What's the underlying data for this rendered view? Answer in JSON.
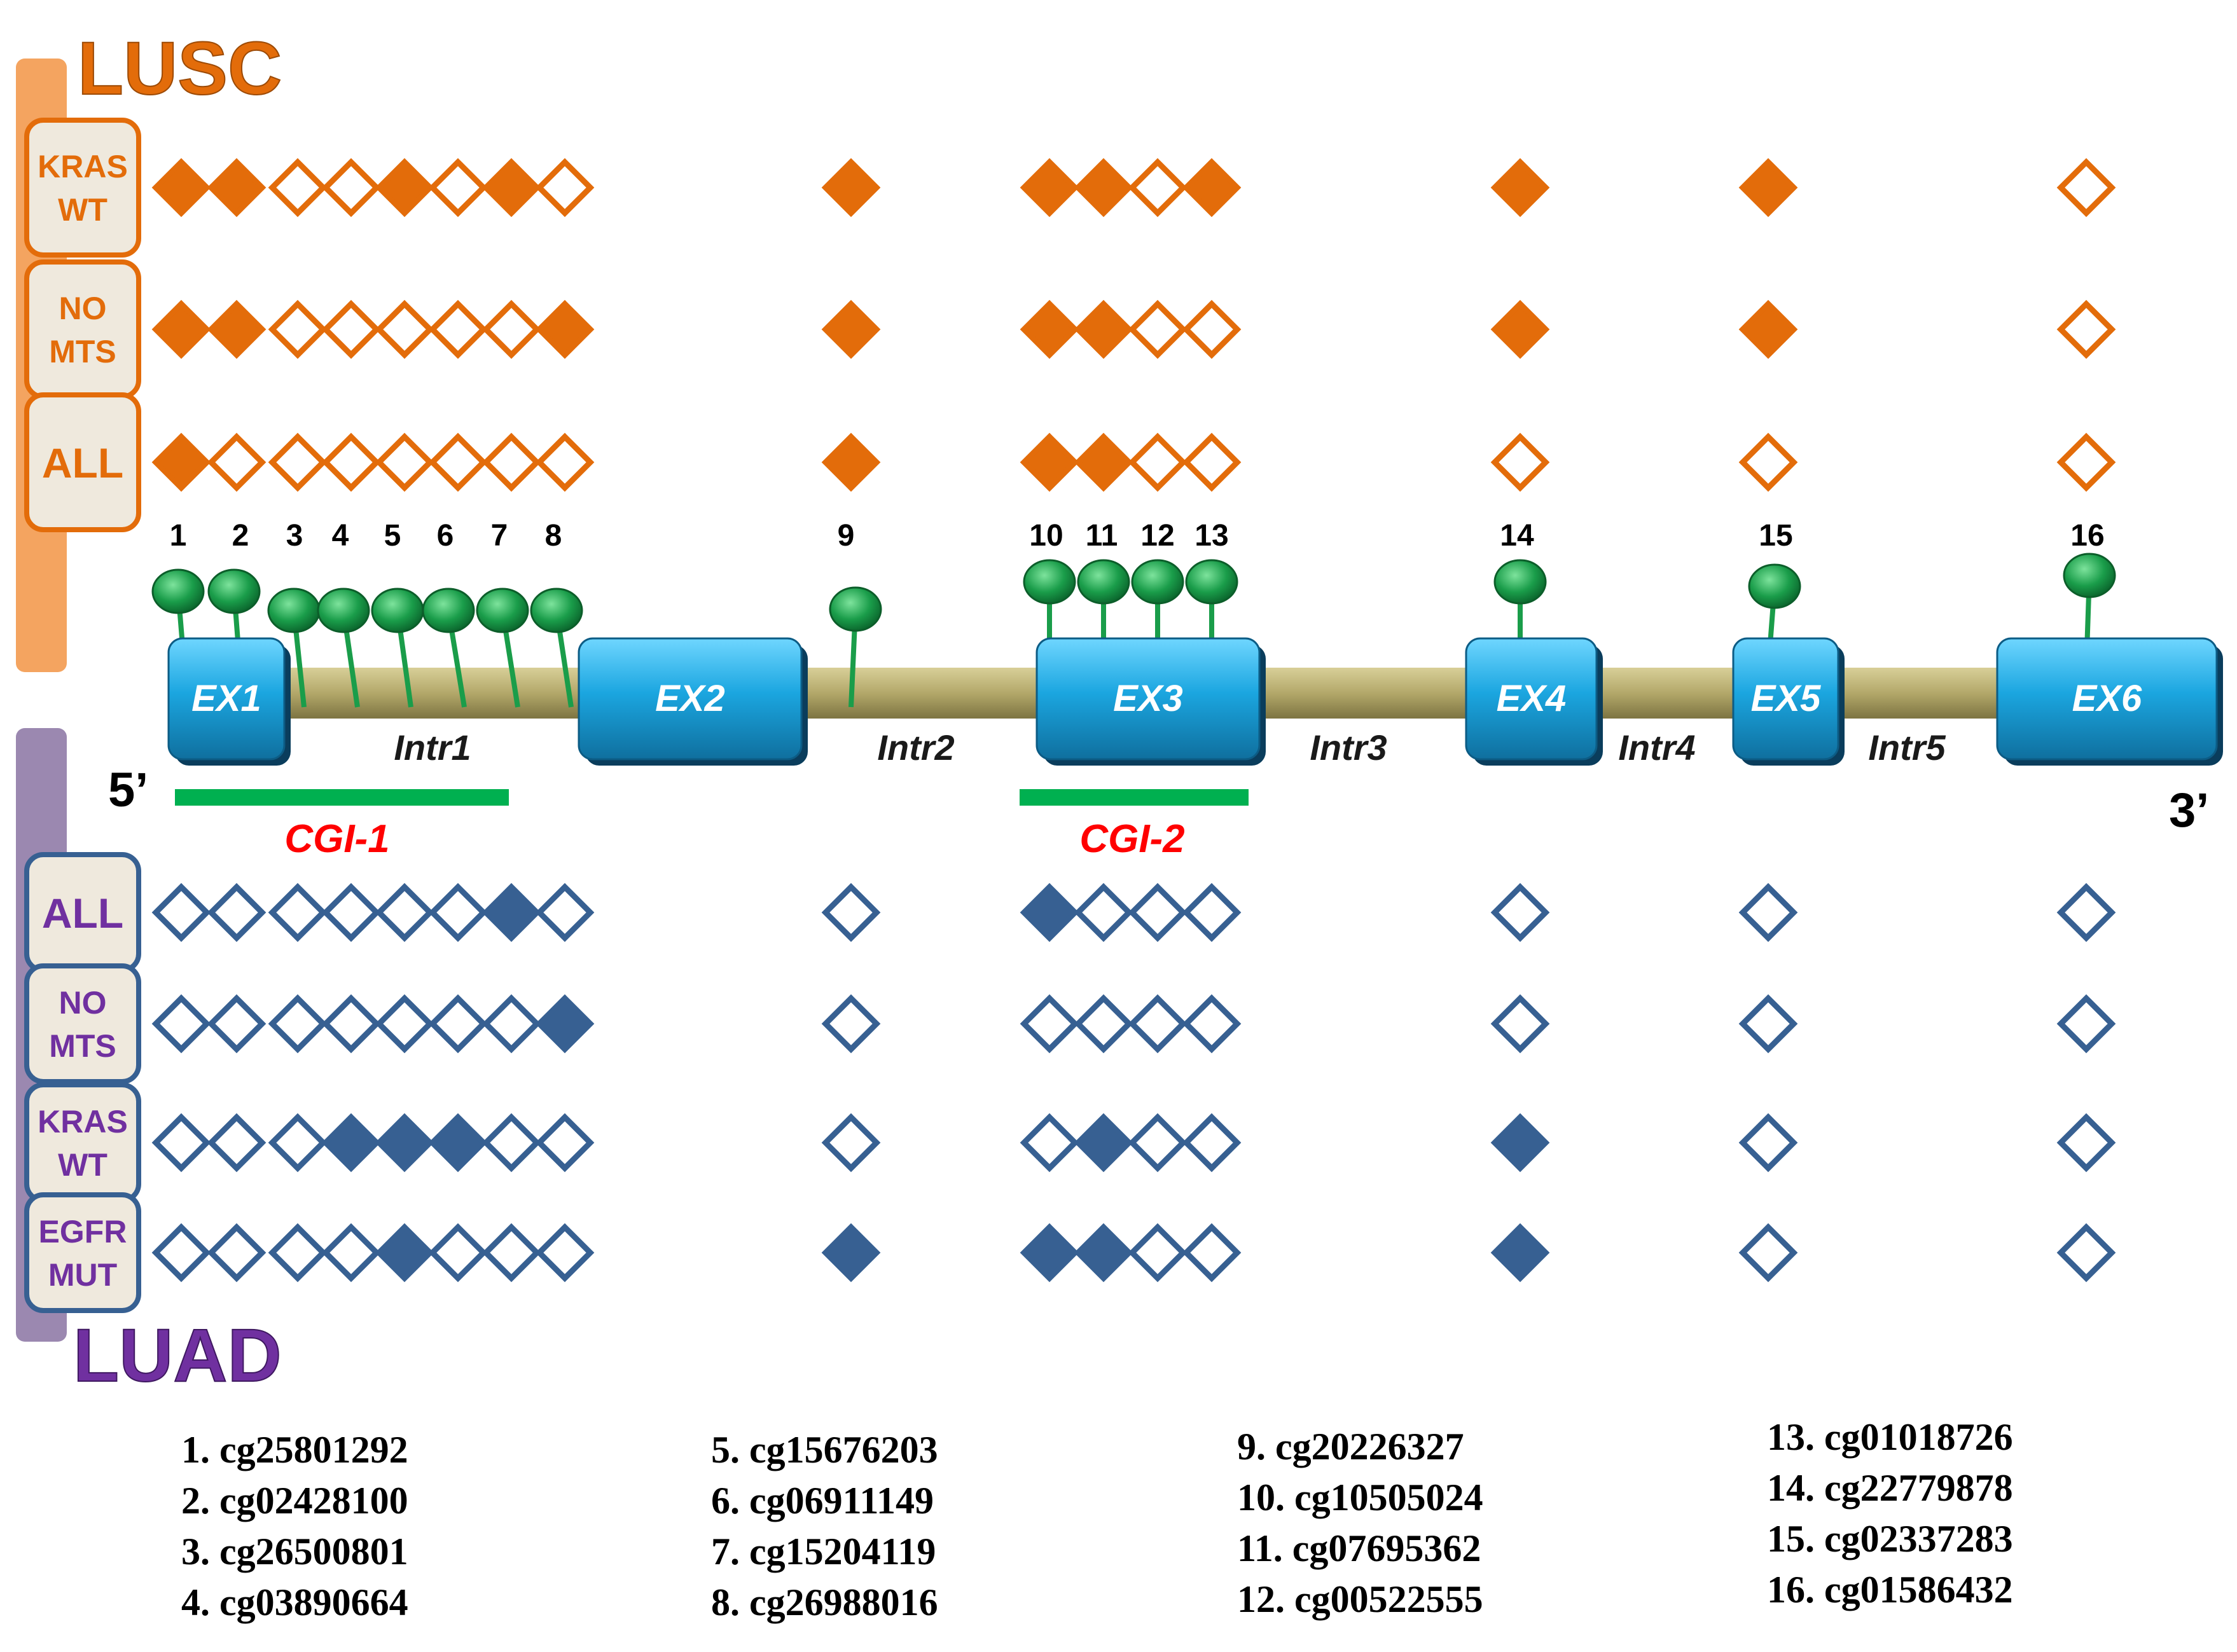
{
  "groups": {
    "lusc": {
      "title": "LUSC",
      "color": "#e36c0a",
      "bar_color": "#f4a460"
    },
    "luad": {
      "title": "LUAD",
      "color": "#7030a0",
      "bar_color": "#9b88b0"
    }
  },
  "ends": {
    "five_prime": "5’",
    "three_prime": "3’"
  },
  "exons": [
    "EX1",
    "EX2",
    "EX3",
    "EX4",
    "EX5",
    "EX6"
  ],
  "introns": [
    "Intr1",
    "Intr2",
    "Intr3",
    "Intr4",
    "Intr5"
  ],
  "cgi": [
    {
      "label": "CGI-1",
      "color": "#ff0000"
    },
    {
      "label": "CGI-2",
      "color": "#ff0000"
    }
  ],
  "sites": [
    "1",
    "2",
    "3",
    "4",
    "5",
    "6",
    "7",
    "8",
    "9",
    "10",
    "11",
    "12",
    "13",
    "14",
    "15",
    "16"
  ],
  "lusc_rows": [
    {
      "label_lines": [
        "KRAS",
        "WT"
      ],
      "pattern": [
        1,
        1,
        0,
        0,
        1,
        0,
        1,
        0,
        1,
        1,
        1,
        0,
        1,
        1,
        1,
        0
      ]
    },
    {
      "label_lines": [
        "NO",
        "MTS"
      ],
      "pattern": [
        1,
        1,
        0,
        0,
        0,
        0,
        0,
        1,
        1,
        1,
        1,
        0,
        0,
        1,
        1,
        0
      ]
    },
    {
      "label_lines": [
        "ALL"
      ],
      "pattern": [
        1,
        0,
        0,
        0,
        0,
        0,
        0,
        0,
        1,
        1,
        1,
        0,
        0,
        0,
        0,
        0
      ]
    }
  ],
  "luad_rows": [
    {
      "label_lines": [
        "ALL"
      ],
      "pattern": [
        0,
        0,
        0,
        0,
        0,
        0,
        1,
        0,
        0,
        1,
        0,
        0,
        0,
        0,
        0,
        0
      ]
    },
    {
      "label_lines": [
        "NO",
        "MTS"
      ],
      "pattern": [
        0,
        0,
        0,
        0,
        0,
        0,
        0,
        1,
        0,
        0,
        0,
        0,
        0,
        0,
        0,
        0
      ]
    },
    {
      "label_lines": [
        "KRAS",
        "WT"
      ],
      "pattern": [
        0,
        0,
        0,
        1,
        1,
        1,
        0,
        0,
        0,
        0,
        1,
        0,
        0,
        1,
        0,
        0
      ]
    },
    {
      "label_lines": [
        "EGFR",
        "MUT"
      ],
      "pattern": [
        0,
        0,
        0,
        0,
        1,
        0,
        0,
        0,
        1,
        1,
        1,
        0,
        0,
        1,
        0,
        0
      ]
    }
  ],
  "colors": {
    "lusc_marker": "#e36c0a",
    "luad_marker": "#376092",
    "lollipop": "#1a9d4a",
    "exon": "#1ba6e0",
    "backbone": "#b8ad6e",
    "cgi_bar": "#00b050"
  },
  "probes": [
    "1. cg25801292",
    "2. cg02428100",
    "3. cg26500801",
    "4. cg03890664",
    "5. cg15676203",
    "6. cg06911149",
    "7. cg15204119",
    "8. cg26988016",
    "9. cg20226327",
    "10. cg10505024",
    "11. cg07695362",
    "12. cg00522555",
    "13. cg01018726",
    "14. cg22779878",
    "15. cg02337283",
    "16. cg01586432"
  ]
}
